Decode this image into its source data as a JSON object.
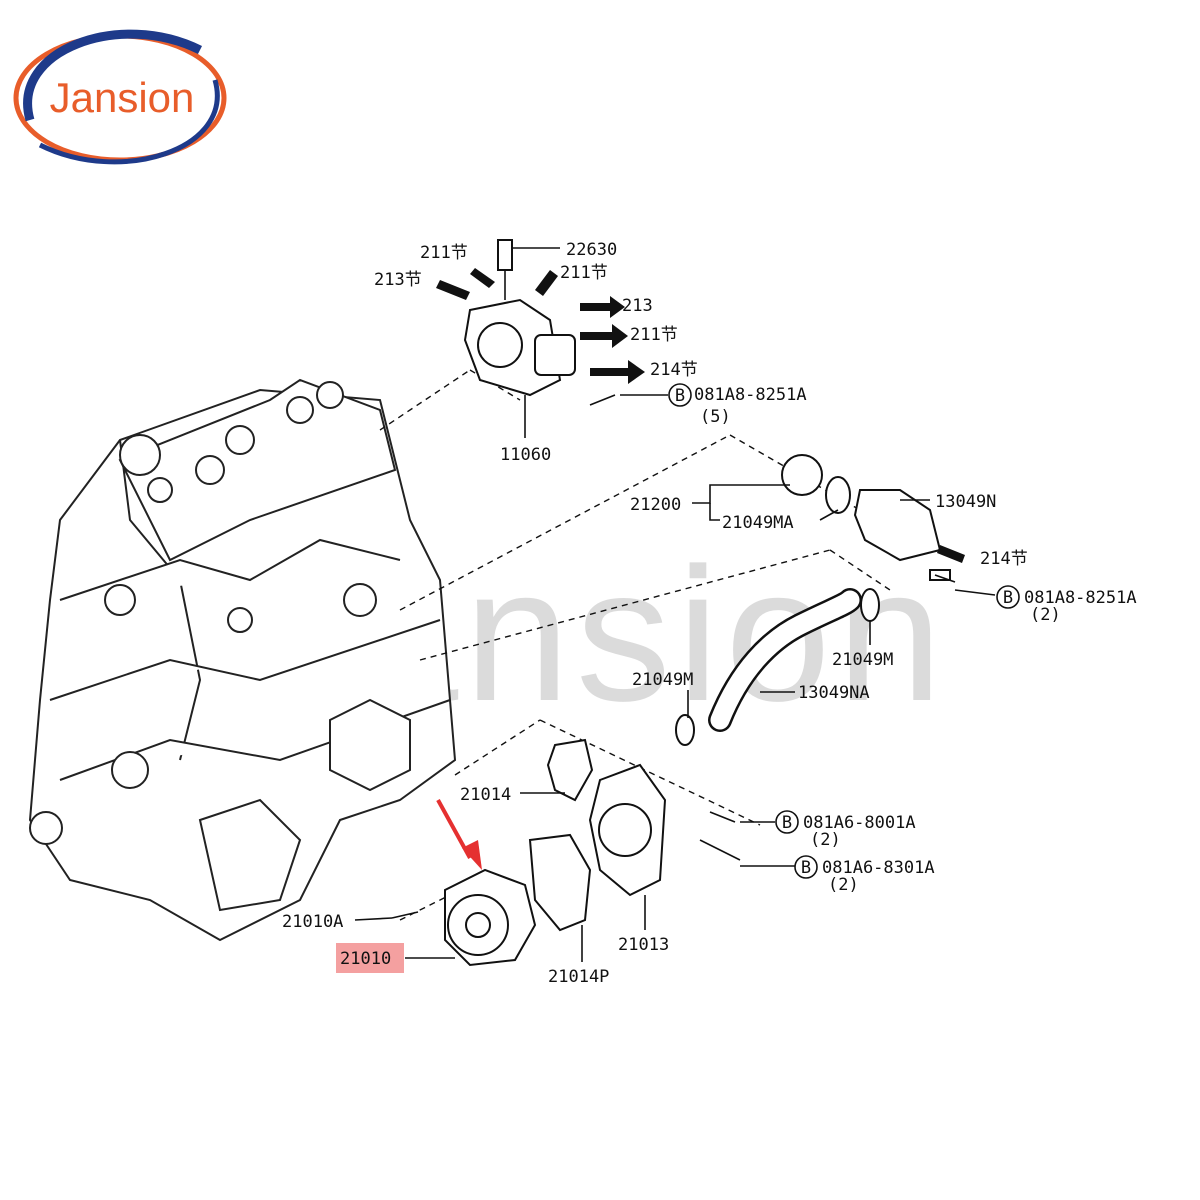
{
  "logo": {
    "text": "Jansion",
    "ring_color": "#1e3a8a",
    "ring_color_2": "#e85d2a"
  },
  "watermark": "Jansion",
  "colors": {
    "highlight": "#f08080",
    "pointer": "#e53030",
    "ink": "#111111"
  },
  "callouts": {
    "p211_a": "211节",
    "p22630": "22630",
    "p213_a": "213节",
    "p211_b": "211节",
    "p213_b": "213",
    "p211_c": "211节",
    "p214_a": "214节",
    "b_081A8_8251A_a": "081A8-8251A",
    "b_081A8_8251A_a_qty": "(5)",
    "p11060": "11060",
    "p21200": "21200",
    "p21049MA": "21049MA",
    "p13049N": "13049N",
    "p214_b": "214节",
    "b_081A8_8251A_b": "081A8-8251A",
    "b_081A8_8251A_b_qty": "(2)",
    "p21049M_a": "21049M",
    "p21049M_b": "21049M",
    "p13049NA": "13049NA",
    "p21014": "21014",
    "b_081A6_8001A": "081A6-8001A",
    "b_081A6_8001A_qty": "(2)",
    "b_081A6_8301A": "081A6-8301A",
    "b_081A6_8301A_qty": "(2)",
    "p21010A": "21010A",
    "p21010": "21010",
    "p21013": "21013",
    "p21014P": "21014P"
  },
  "bolt_symbol": "B"
}
